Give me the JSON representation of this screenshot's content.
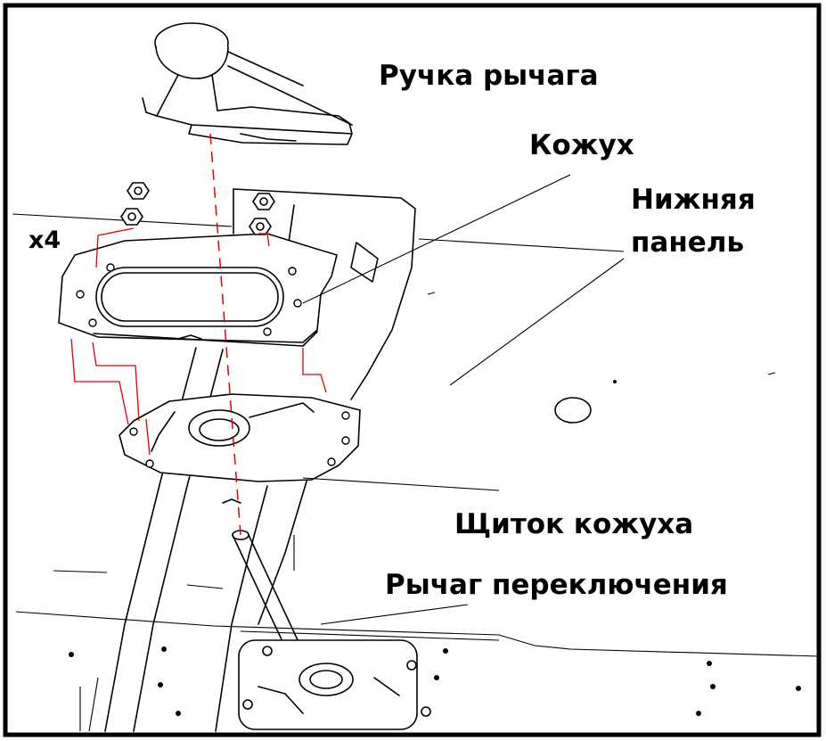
{
  "labels": {
    "lever_knob": "Ручка рычага",
    "boot": "Кожух",
    "lower_panel_line1": "Нижняя",
    "lower_panel_line2": "панель",
    "boot_shield": "Щиток кожуха",
    "shift_lever": "Рычаг переключения",
    "quantity": "x4"
  },
  "colors": {
    "line": "#000000",
    "guide": "#e00000",
    "background": "#ffffff"
  }
}
